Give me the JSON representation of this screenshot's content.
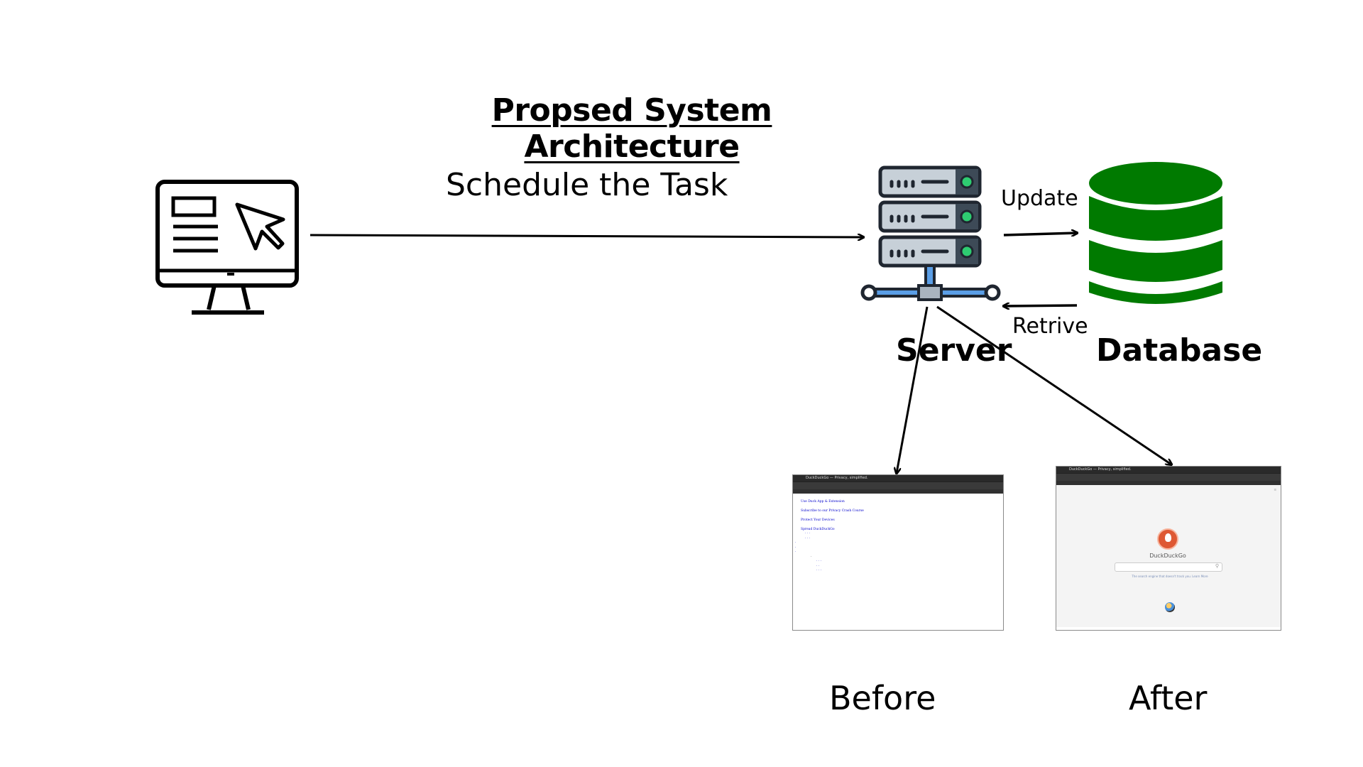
{
  "title": "Propsed System Architecture",
  "edges": {
    "schedule": "Schedule the Task",
    "update": "Update",
    "retrive": "Retrive"
  },
  "nodes": {
    "client_icon": "computer-monitor-cursor-icon",
    "server_icon": "server-rack-icon",
    "server_label": "Server",
    "database_icon": "database-cylinder-icon",
    "database_label": "Database"
  },
  "screenshots": {
    "before": {
      "caption": "Before",
      "tab_title": "DuckDuckGo — Privacy, simplified.",
      "links": [
        "Use Duck App & Extension",
        "Subscribe to our Privacy Crash Course",
        "Protect Your Devices",
        "Spread DuckDuckGo"
      ]
    },
    "after": {
      "caption": "After",
      "tab_title": "DuckDuckGo — Privacy, simplified.",
      "brand": "DuckDuckGo",
      "tagline": "The search engine that doesn't track you. Learn More"
    }
  },
  "colors": {
    "database": "#007a00",
    "server_body": "#c7d0d8",
    "server_frame": "#1f2630",
    "server_light": "#2ecc71",
    "network": "#5a9ee6",
    "arrow": "#000000"
  }
}
